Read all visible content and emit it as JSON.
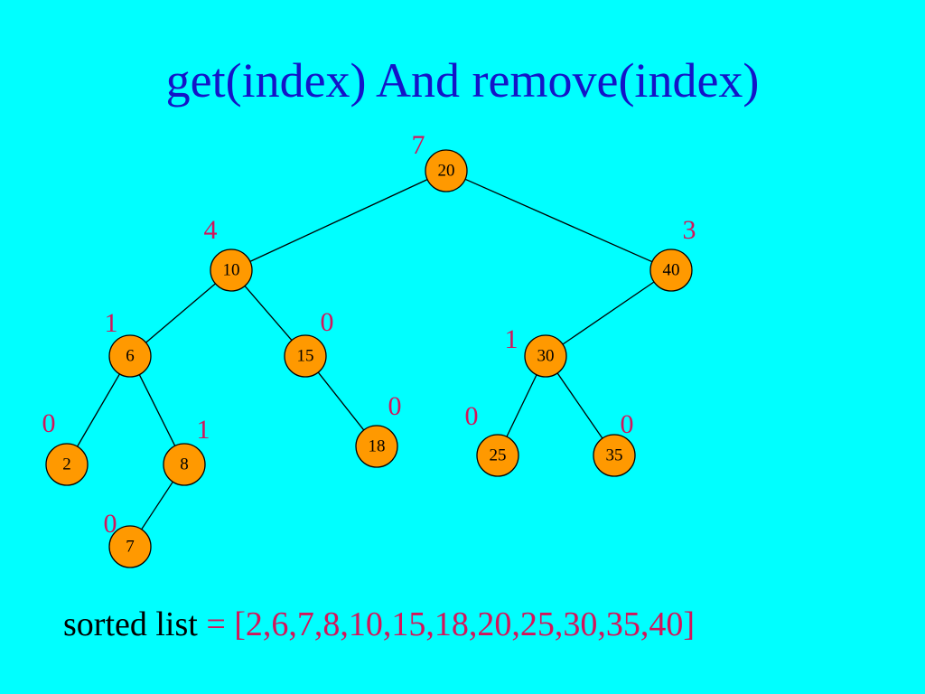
{
  "title": "get(index) And remove(index)",
  "colors": {
    "background": "#00FFFF",
    "title": "#1414C8",
    "node_fill": "#FF9900",
    "left_size": "#D4145A",
    "sorted_values": "#D4145A"
  },
  "tree": {
    "nodes": [
      {
        "id": "20",
        "key": "20",
        "left_size": "7"
      },
      {
        "id": "10",
        "key": "10",
        "left_size": "4"
      },
      {
        "id": "40",
        "key": "40",
        "left_size": "3"
      },
      {
        "id": "6",
        "key": "6",
        "left_size": "1"
      },
      {
        "id": "15",
        "key": "15",
        "left_size": "0"
      },
      {
        "id": "30",
        "key": "30",
        "left_size": "1"
      },
      {
        "id": "2",
        "key": "2",
        "left_size": "0"
      },
      {
        "id": "8",
        "key": "8",
        "left_size": "1"
      },
      {
        "id": "18",
        "key": "18",
        "left_size": "0"
      },
      {
        "id": "25",
        "key": "25",
        "left_size": "0"
      },
      {
        "id": "35",
        "key": "35",
        "left_size": "0"
      },
      {
        "id": "7",
        "key": "7",
        "left_size": "0"
      }
    ],
    "edges": [
      [
        "20",
        "10"
      ],
      [
        "20",
        "40"
      ],
      [
        "10",
        "6"
      ],
      [
        "10",
        "15"
      ],
      [
        "40",
        "30"
      ],
      [
        "6",
        "2"
      ],
      [
        "6",
        "8"
      ],
      [
        "15",
        "18"
      ],
      [
        "30",
        "25"
      ],
      [
        "30",
        "35"
      ],
      [
        "8",
        "7"
      ]
    ]
  },
  "sorted": {
    "label": "sorted list",
    "equals": "= ",
    "values": "[2,6,7,8,10,15,18,20,25,30,35,40]"
  }
}
